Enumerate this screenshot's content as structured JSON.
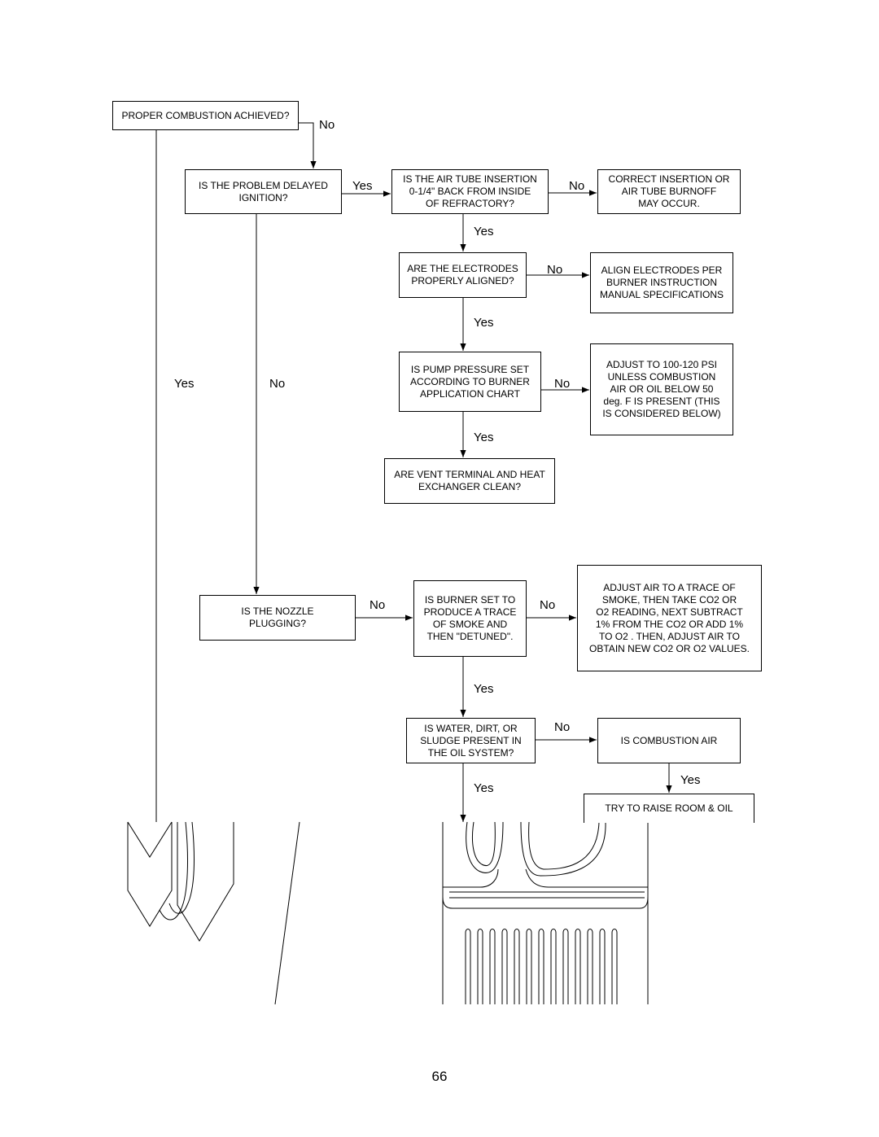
{
  "boxes": {
    "proper_combustion": "PROPER COMBUSTION ACHIEVED?",
    "delayed_ignition": "IS THE PROBLEM DELAYED\nIGNITION?",
    "air_tube_insertion": "IS THE AIR TUBE INSERTION\n0-1/4\" BACK FROM INSIDE\nOF REFRACTORY?",
    "correct_insertion": "CORRECT INSERTION OR\nAIR TUBE BURNOFF\nMAY OCCUR.",
    "electrodes_aligned": "ARE THE ELECTRODES\nPROPERLY ALIGNED?",
    "align_electrodes": "ALIGN ELECTRODES PER\nBURNER INSTRUCTION\nMANUAL SPECIFICATIONS",
    "pump_pressure": "IS PUMP PRESSURE SET\nACCORDING TO BURNER\nAPPLICATION CHART",
    "adjust_psi": "ADJUST TO 100-120 PSI\nUNLESS COMBUSTION\nAIR OR OIL BELOW 50\ndeg. F IS PRESENT (THIS\nIS CONSIDERED BELOW)",
    "vent_terminal": "ARE VENT TERMINAL AND HEAT\nEXCHANGER  CLEAN?",
    "nozzle_plugging": "IS THE NOZZLE\nPLUGGING?",
    "burner_trace": "IS BURNER SET TO\nPRODUCE A TRACE\nOF SMOKE AND\nTHEN  \"DETUNED\".",
    "adjust_air": "ADJUST AIR TO A TRACE OF\nSMOKE, THEN TAKE CO2 OR\nO2 READING, NEXT SUBTRACT\n1% FROM THE CO2 OR ADD 1%\nTO O2 . THEN, ADJUST AIR TO\nOBTAIN NEW CO2 OR O2 VALUES.",
    "water_dirt": "IS WATER, DIRT, OR\nSLUDGE  PRESENT IN\nTHE OIL SYSTEM?",
    "combustion_air": "IS COMBUSTION AIR",
    "raise_room": "TRY TO RAISE ROOM & OIL"
  },
  "labels": {
    "no_1": "No",
    "yes_1": "Yes",
    "no_2": "No",
    "yes_2": "Yes",
    "no_3": "No",
    "yes_3": "Yes",
    "no_4": "No",
    "yes_4": "Yes",
    "yes_left": "Yes",
    "no_left": "No",
    "no_5": "No",
    "no_6": "No",
    "yes_5": "Yes",
    "no_7": "No",
    "yes_6": "Yes",
    "yes_7": "Yes"
  },
  "page_number": "66"
}
